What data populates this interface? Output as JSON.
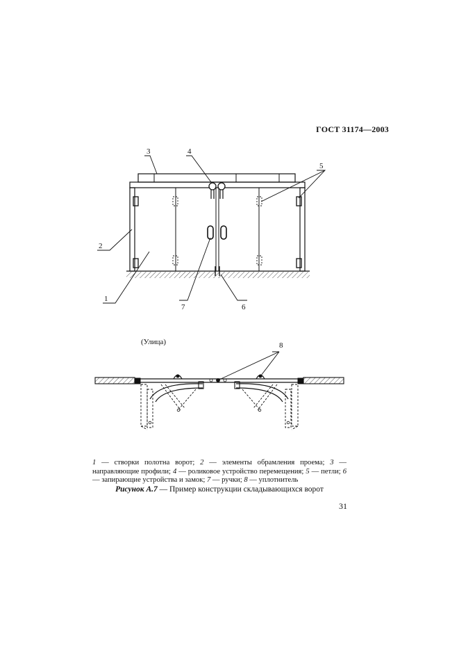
{
  "header": {
    "standard": "ГОСТ 31174—2003"
  },
  "figure": {
    "callouts_top": [
      "1",
      "2",
      "3",
      "4",
      "5",
      "6",
      "7"
    ],
    "callout_plan": "8",
    "street_label": "(Улица)"
  },
  "legend": [
    {
      "num": "1",
      "text": " — створки полотна ворот; "
    },
    {
      "num": "2",
      "text": " — элементы обрамления проема; "
    },
    {
      "num": "3",
      "text": " — направляющие профили; "
    },
    {
      "num": "4",
      "text": " — роликовое устройство перемещения; "
    },
    {
      "num": "5",
      "text": " — петли; "
    },
    {
      "num": "6",
      "text": " — запирающие устройства и замок; "
    },
    {
      "num": "7",
      "text": " — ручки; "
    },
    {
      "num": "8",
      "text": " — уплотнитель"
    }
  ],
  "caption": {
    "label": "Рисунок А.7",
    "text": " — Пример конструкции складывающихся ворот"
  },
  "page_number": "31"
}
